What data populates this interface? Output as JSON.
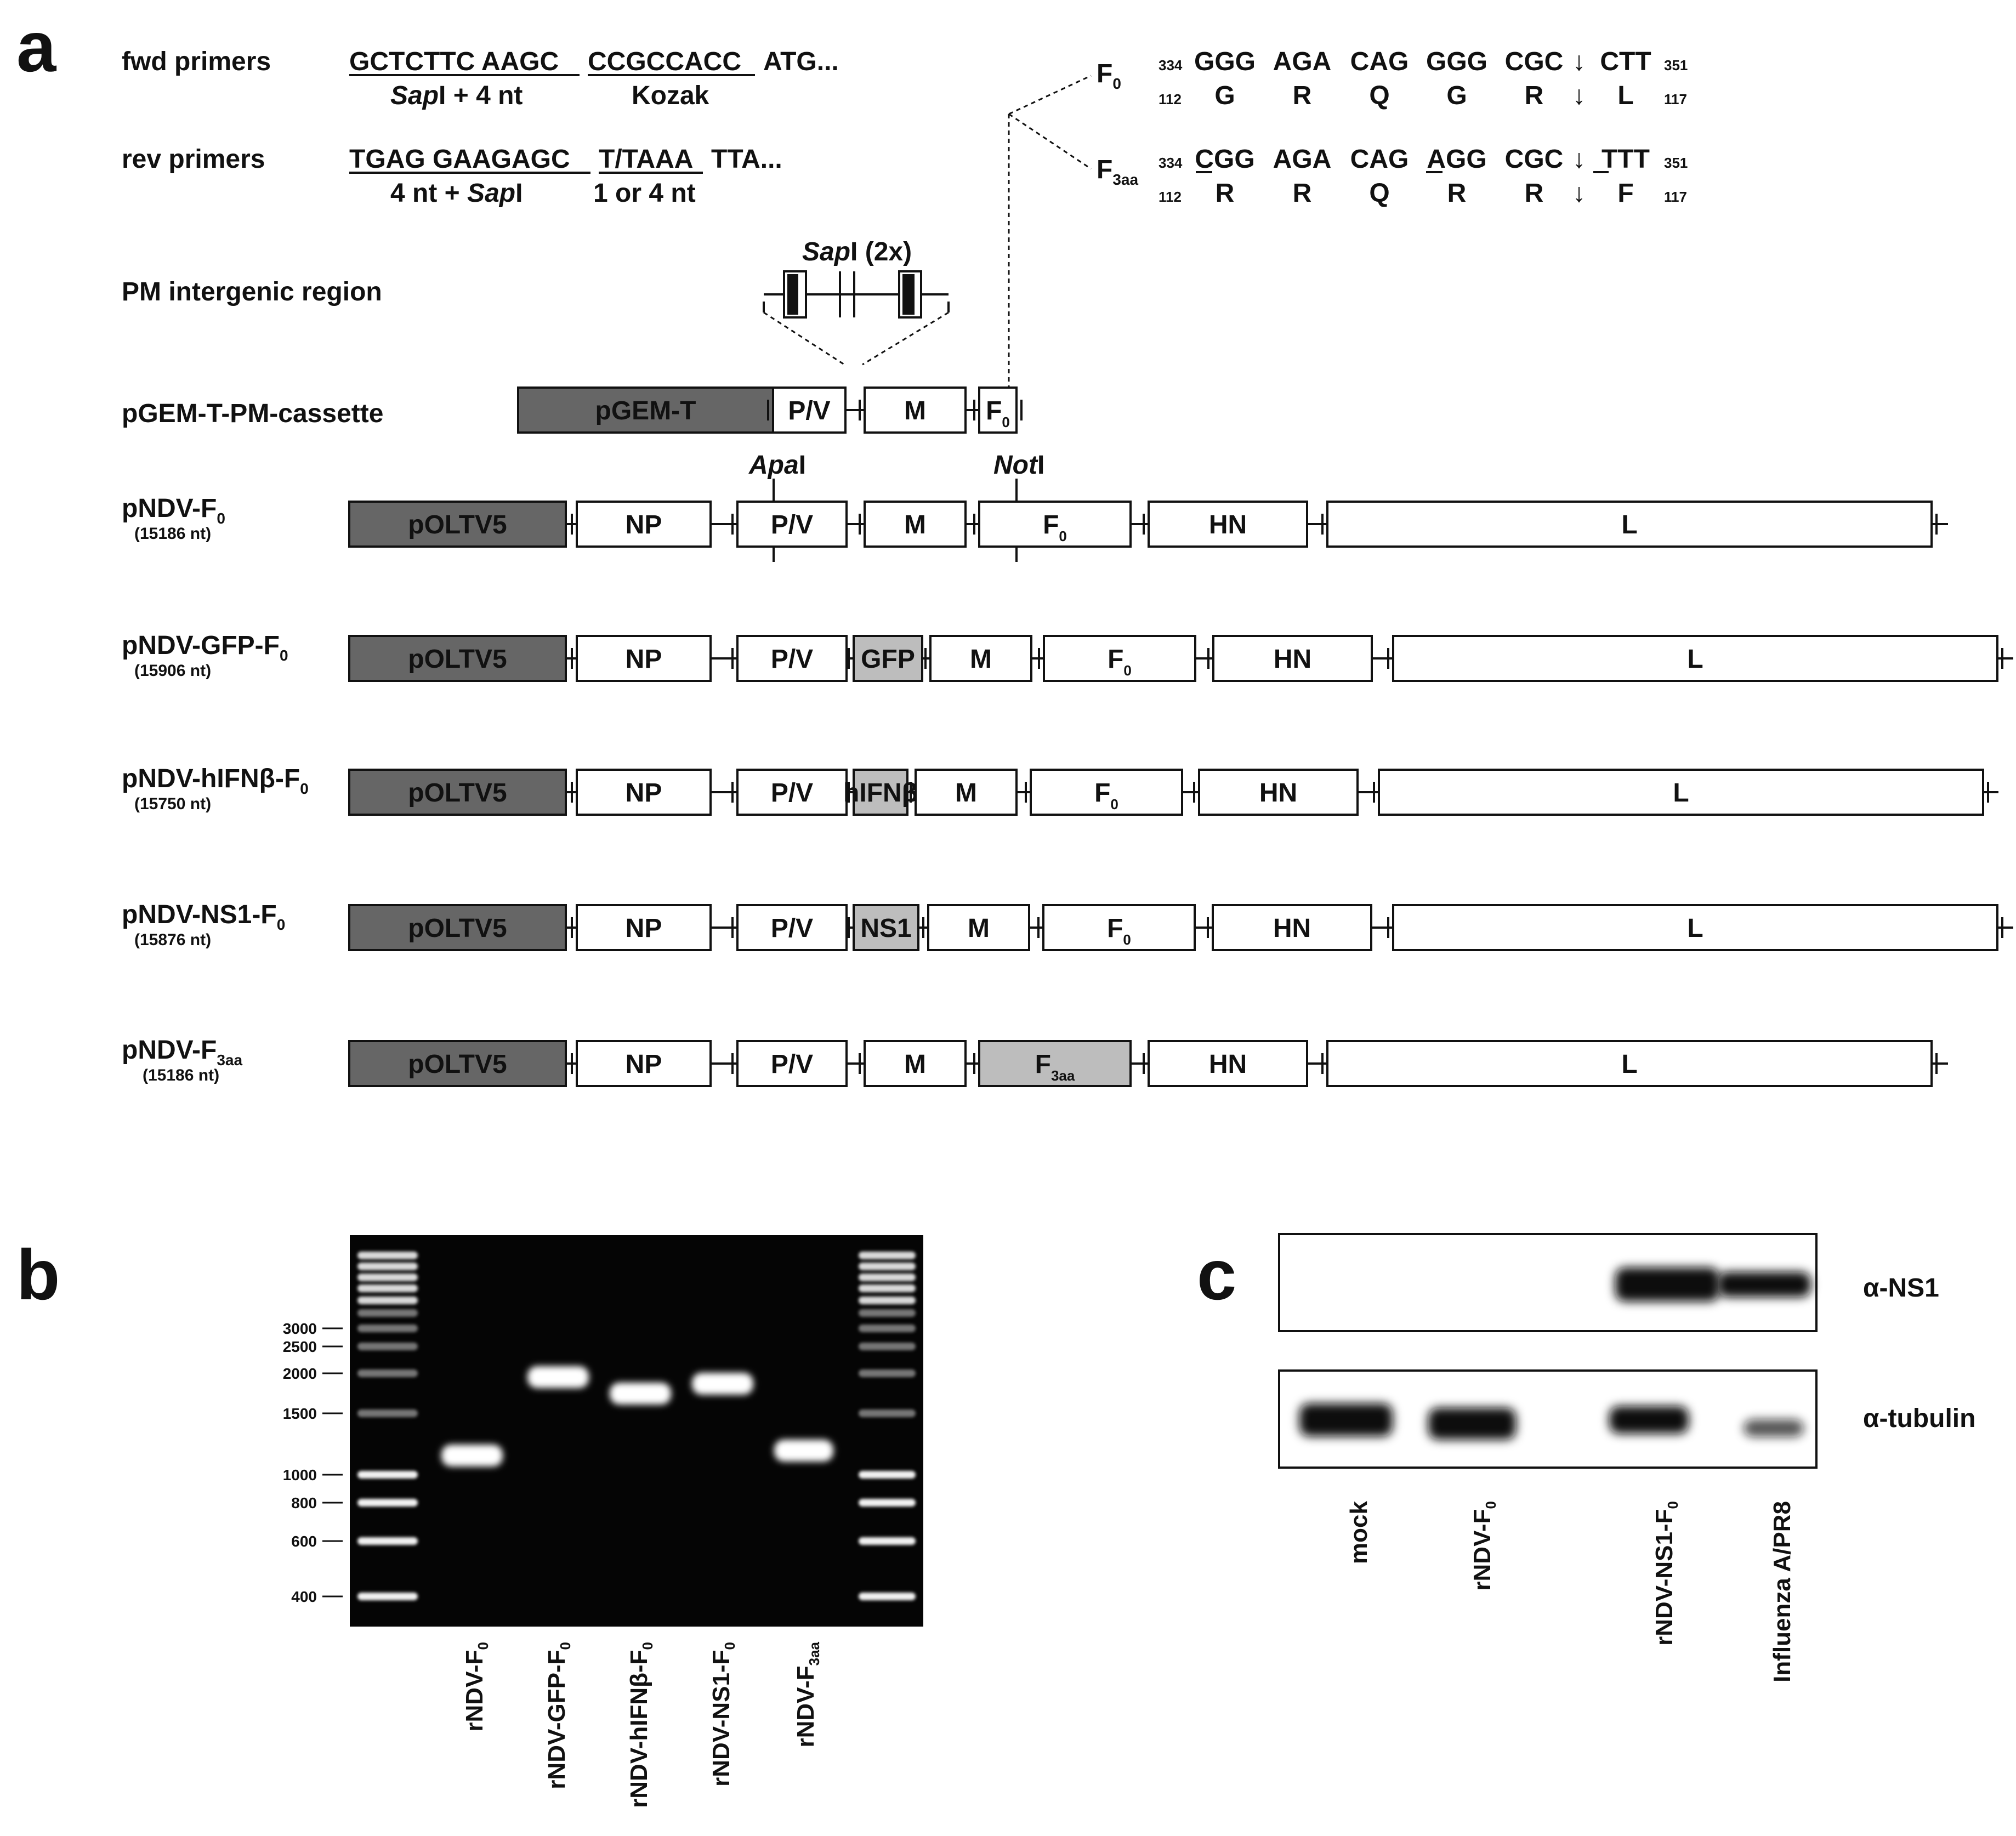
{
  "panels": {
    "a": "a",
    "b": "b",
    "c": "c"
  },
  "panel_a": {
    "fwd_label": "fwd primers",
    "fwd_seq1": "GCTCTTC AAGC",
    "fwd_seq2": "CCGCCACC",
    "fwd_seq3": "ATG...",
    "fwd_sub1_ital": "Sap",
    "fwd_sub1_rest": "I + 4 nt",
    "fwd_sub2": "Kozak",
    "rev_label": "rev primers",
    "rev_seq1": "TGAG GAAGAGC",
    "rev_seq2": "T/TAAA",
    "rev_seq3": "TTA...",
    "rev_sub1_pre": "4 nt + ",
    "rev_sub1_ital": "Sap",
    "rev_sub1_post": "I",
    "rev_sub2": "1 or 4 nt",
    "pm_label": "PM intergenic region",
    "sapi_ital": "Sap",
    "sapi_rest": "I (2x)",
    "cassette_label": "pGEM-T-PM-cassette",
    "apai_ital": "Apa",
    "apai_rest": "I",
    "noti_ital": "Not",
    "noti_rest": "I",
    "F0_seq": {
      "name": "F",
      "sub": "0",
      "start": "334",
      "end": "351",
      "aa_start": "112",
      "aa_end": "117",
      "codons": [
        "GGG",
        "AGA",
        "CAG",
        "GGG",
        "CGC",
        "↓",
        "CTT"
      ],
      "aa": [
        "G",
        "R",
        "Q",
        "G",
        "R",
        "↓",
        "L"
      ]
    },
    "F3aa_seq": {
      "name": "F",
      "sub": "3aa",
      "start": "334",
      "end": "351",
      "aa_start": "112",
      "aa_end": "117",
      "codons": [
        "CGG",
        "AGA",
        "CAG",
        "AGG",
        "CGC",
        "↓",
        "TTT"
      ],
      "aa": [
        "R",
        "R",
        "Q",
        "R",
        "R",
        "↓",
        "F"
      ]
    },
    "constructs": [
      {
        "name": "pNDV-F",
        "sub": "0",
        "length": "(15186 nt)"
      },
      {
        "name": "pNDV-GFP-F",
        "sub": "0",
        "length": "(15906 nt)"
      },
      {
        "name": "pNDV-hIFNβ-F",
        "sub": "0",
        "length": "(15750 nt)"
      },
      {
        "name": "pNDV-NS1-F",
        "sub": "0",
        "length": "(15876 nt)"
      },
      {
        "name": "pNDV-F",
        "sub": "3aa",
        "length": "(15186 nt)"
      }
    ],
    "genes": {
      "pGEMT": "pGEM-T",
      "pOLTV5": "pOLTV5",
      "NP": "NP",
      "PV": "P/V",
      "M": "M",
      "F": "F",
      "F_sub0": "0",
      "F_sub3aa": "3aa",
      "HN": "HN",
      "L": "L",
      "GFP": "GFP",
      "hIFNb": "hIFNβ",
      "NS1": "NS1"
    },
    "colors": {
      "vector": "#666666",
      "insert": "#bdbdbd",
      "gene": "#ffffff"
    }
  },
  "panel_b": {
    "markers": [
      "3000",
      "2500",
      "2000",
      "1500",
      "1000",
      "800",
      "600",
      "400"
    ],
    "lanes": [
      {
        "name": "rNDV-F",
        "sub": "0"
      },
      {
        "name": "rNDV-GFP-F",
        "sub": "0"
      },
      {
        "name": "rNDV-hIFNβ-F",
        "sub": "0"
      },
      {
        "name": "rNDV-NS1-F",
        "sub": "0"
      },
      {
        "name": "rNDV-F",
        "sub": "3aa"
      }
    ]
  },
  "panel_c": {
    "blot1_label": "α-NS1",
    "blot2_label": "α-tubulin",
    "lanes": [
      {
        "name": "mock",
        "sub": ""
      },
      {
        "name": "rNDV-F",
        "sub": "0"
      },
      {
        "name": "rNDV-NS1-F",
        "sub": "0"
      },
      {
        "name": "Influenza A/PR8",
        "sub": ""
      }
    ]
  }
}
